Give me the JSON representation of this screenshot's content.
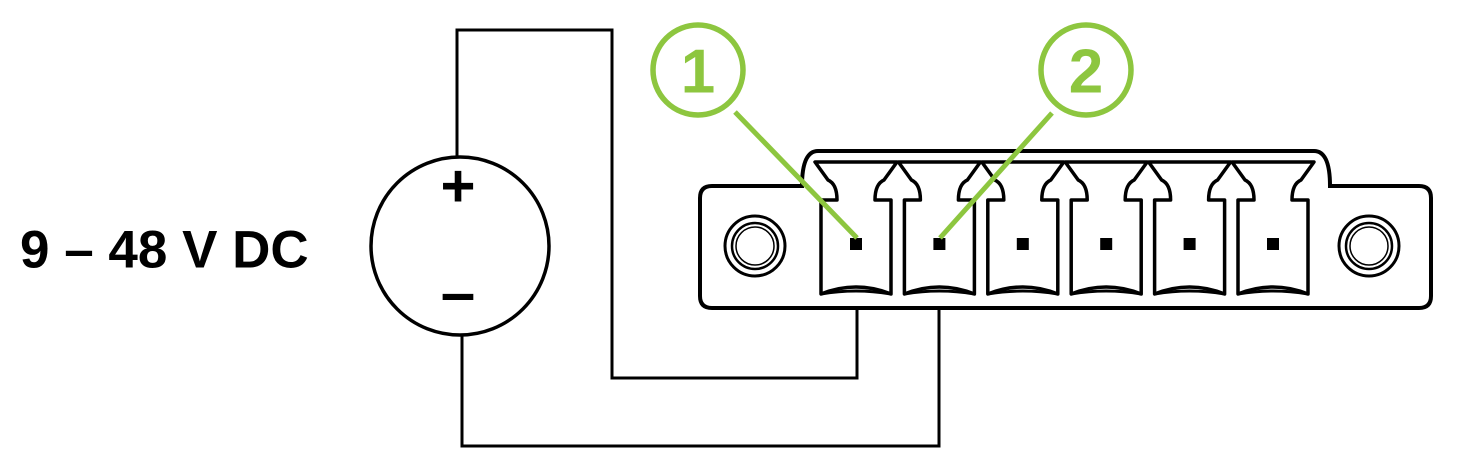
{
  "power_source": {
    "voltage_label": "9 – 48 V DC",
    "positive_symbol": "+",
    "negative_symbol": "–"
  },
  "connector": {
    "pin_count": 6
  },
  "callouts": [
    {
      "number": "1"
    },
    {
      "number": "2"
    }
  ],
  "colors": {
    "callout": "#8dc63f",
    "line": "#000000",
    "background": "#ffffff"
  }
}
